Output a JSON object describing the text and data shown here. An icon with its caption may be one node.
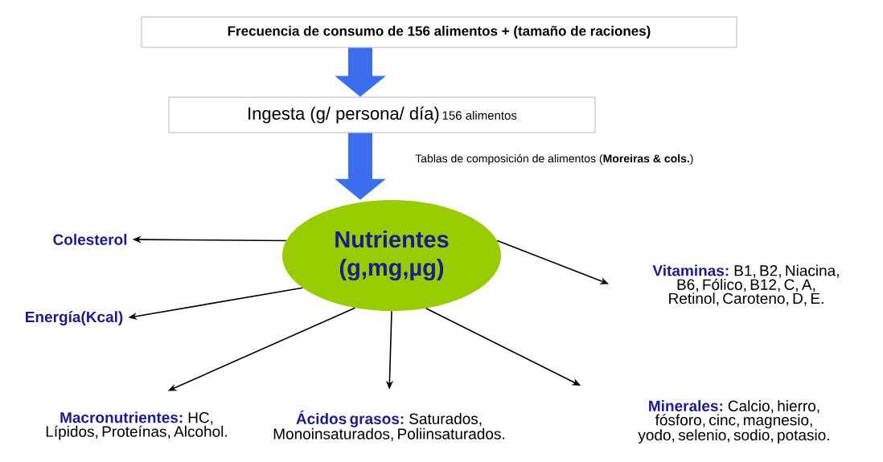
{
  "diagram": {
    "nodes": [
      {
        "text": [
          "Frecuencia de consumo de 156 alimentos + (tamaño de raciones)"
        ]
      },
      {
        "text": [
          "Ingesta (g/ persona/ día)",
          "156 alimentos"
        ]
      },
      {
        "text": [
          "Nutrientes",
          "(g,mg,µg)"
        ]
      },
      {
        "text": [
          "Colesterol"
        ]
      },
      {
        "text": [
          "Energía(Kcal)"
        ]
      },
      {
        "text": [
          "**Macronutrientes:** HC, Lípidos, Proteínas, Alcohol."
        ]
      },
      {
        "text": [
          "**Ácidos grasos:** Saturados, Monoinsaturados, Poliinsaturados."
        ]
      },
      {
        "text": [
          "**Minerales:** Calcio, hierro, fósforo, cinc, magnesio, yodo, selenio, sodio, potasio."
        ]
      },
      {
        "text": [
          "**Vitaminas:** B1, B2, Niacina, B6, Fólico, B12, C, A, Retinol, Caroteno, D, E."
        ]
      }
    ],
    "edges": [
      {
        "from": 0,
        "to": 1,
        "arrow": "to",
        "style": "thick",
        "color": "#3d6ef0"
      },
      {
        "from": 1,
        "to": 2,
        "arrow": "to",
        "style": "thick",
        "color": "#3d6ef0",
        "label": "Tablas de composición de alimentos (**Moreiras & cols.**)"
      },
      {
        "from": 2,
        "to": 3,
        "arrow": "to"
      },
      {
        "from": 2,
        "to": 4,
        "arrow": "to"
      },
      {
        "from": 2,
        "to": 5,
        "arrow": "to"
      },
      {
        "from": 2,
        "to": 6,
        "arrow": "to"
      },
      {
        "from": 2,
        "to": 7,
        "arrow": "to"
      },
      {
        "from": 2,
        "to": 8,
        "arrow": "to"
      }
    ]
  }
}
